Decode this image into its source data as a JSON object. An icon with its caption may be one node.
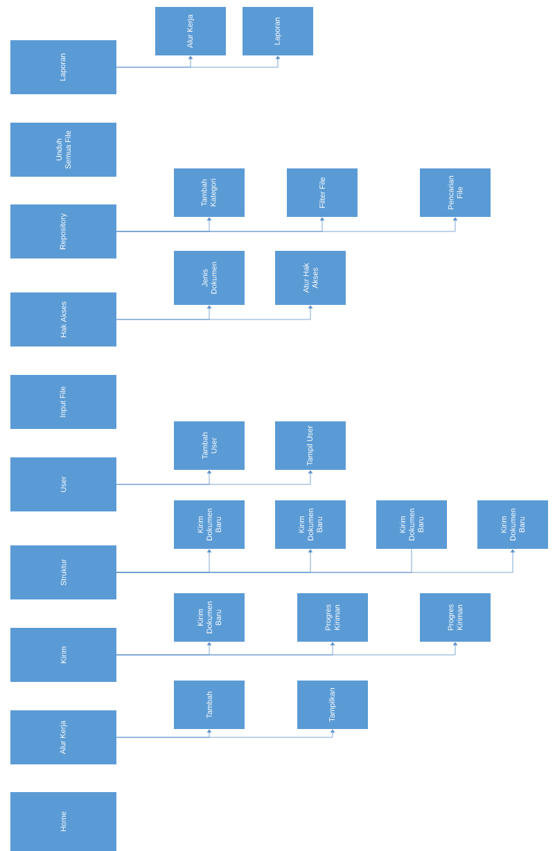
{
  "diagram": {
    "nodes": [
      {
        "text": [
          "Laporan"
        ]
      },
      {
        "text": [
          "Alur Kerja"
        ]
      },
      {
        "text": [
          "Laporan"
        ]
      },
      {
        "text": [
          "Unduh Semua File"
        ]
      },
      {
        "text": [
          "Repository"
        ]
      },
      {
        "text": [
          "Tambah Kategori"
        ]
      },
      {
        "text": [
          "Filter File"
        ]
      },
      {
        "text": [
          "Pencarian File"
        ]
      },
      {
        "text": [
          "Hak Akses"
        ]
      },
      {
        "text": [
          "Jenis Dokumen"
        ]
      },
      {
        "text": [
          "Atur Hak Akses"
        ]
      },
      {
        "text": [
          "Input File"
        ]
      },
      {
        "text": [
          "User"
        ]
      },
      {
        "text": [
          "Tambah User"
        ]
      },
      {
        "text": [
          "Tampil User"
        ]
      },
      {
        "text": [
          "Struktur"
        ]
      },
      {
        "text": [
          "Kirim Dokumen Baru"
        ]
      },
      {
        "text": [
          "Kirim Dokumen Baru"
        ]
      },
      {
        "text": [
          "Kirim Dokumen Baru"
        ]
      },
      {
        "text": [
          "Kirim Dokumen Baru"
        ]
      },
      {
        "text": [
          "Kirim"
        ]
      },
      {
        "text": [
          "Kirim Dokumen Baru"
        ]
      },
      {
        "text": [
          "Progres Kiriman"
        ]
      },
      {
        "text": [
          "Progres Kiriman"
        ]
      },
      {
        "text": [
          "Alur Kerja"
        ]
      },
      {
        "text": [
          "Tambah"
        ]
      },
      {
        "text": [
          "Tampilkan"
        ]
      },
      {
        "text": [
          "Home"
        ]
      }
    ],
    "edges": [
      {
        "from": 0,
        "to": 1,
        "arrow": "to"
      },
      {
        "from": 0,
        "to": 2,
        "arrow": "to"
      },
      {
        "from": 4,
        "to": 5,
        "arrow": "to"
      },
      {
        "from": 4,
        "to": 6,
        "arrow": "to"
      },
      {
        "from": 4,
        "to": 7,
        "arrow": "to"
      },
      {
        "from": 8,
        "to": 9,
        "arrow": "to"
      },
      {
        "from": 8,
        "to": 10,
        "arrow": "to"
      },
      {
        "from": 12,
        "to": 13,
        "arrow": "to"
      },
      {
        "from": 12,
        "to": 14,
        "arrow": "to"
      },
      {
        "from": 15,
        "to": 16,
        "arrow": "to"
      },
      {
        "from": 15,
        "to": 17,
        "arrow": "to"
      },
      {
        "from": 15,
        "to": 18,
        "arrow": "none"
      },
      {
        "from": 15,
        "to": 19,
        "arrow": "to"
      },
      {
        "from": 20,
        "to": 21,
        "arrow": "to"
      },
      {
        "from": 20,
        "to": 22,
        "arrow": "to"
      },
      {
        "from": 20,
        "to": 23,
        "arrow": "to"
      },
      {
        "from": 24,
        "to": 25,
        "arrow": "to"
      },
      {
        "from": 24,
        "to": 26,
        "arrow": "to"
      }
    ]
  }
}
